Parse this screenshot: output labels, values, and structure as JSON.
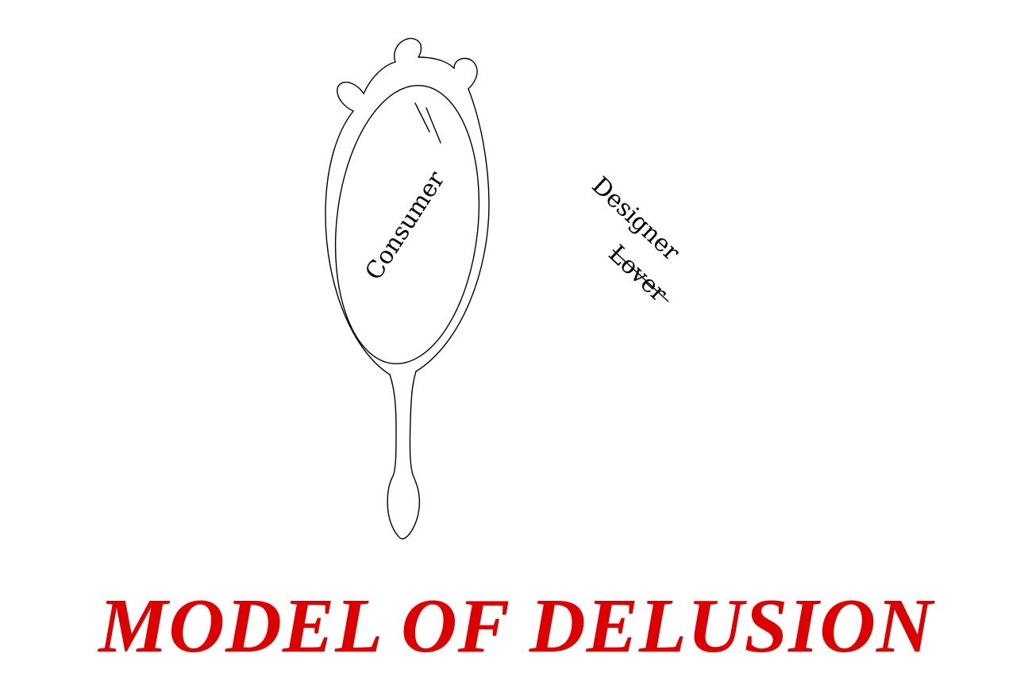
{
  "mirror": {
    "reflection_label": "Consumer"
  },
  "viewer": {
    "label": "Designer",
    "crossed_label": "Lover"
  },
  "title": "MODEL OF DELUSION",
  "colors": {
    "title": "#dd0000",
    "line": "#000000",
    "background": "#ffffff"
  }
}
